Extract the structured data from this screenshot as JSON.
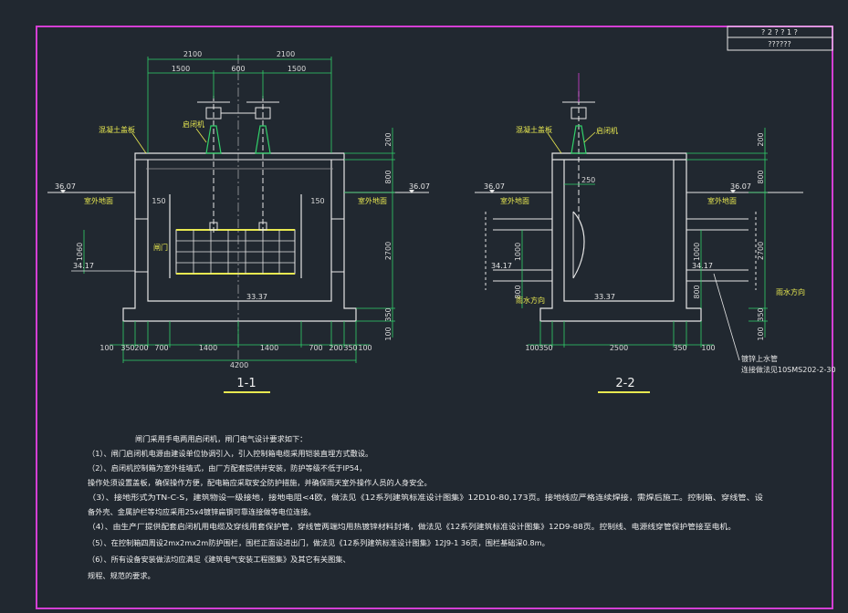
{
  "title_block": {
    "row1": "? 2 ? ? 1 ?",
    "row2": "??????"
  },
  "section_1": {
    "caption": "1-1",
    "dims_top": [
      "2100",
      "2100",
      "1500",
      "600",
      "1500"
    ],
    "dims_bottom": [
      "100",
      "350",
      "200",
      "700",
      "1400",
      "1400",
      "700",
      "200",
      "350",
      "100",
      "4200"
    ],
    "dims_right": [
      "200",
      "800",
      "2700",
      "350",
      "100"
    ],
    "dims_left": [
      "1060"
    ],
    "dims_inner": [
      "150",
      "150"
    ],
    "elevations": [
      "36.07",
      "36.07",
      "34.17",
      "33.37"
    ],
    "labels": {
      "slab": "混凝土盖板",
      "hoist": "启闭机",
      "gate": "闸门",
      "ground_l": "室外地面",
      "ground_r": "室外地面"
    }
  },
  "section_2": {
    "caption": "2-2",
    "dims_bottom": [
      "100",
      "350",
      "2500",
      "350",
      "100"
    ],
    "dims_right": [
      "200",
      "800",
      "2700",
      "350",
      "100"
    ],
    "dims_left": [
      "1000",
      "800"
    ],
    "dims_mid": [
      "1000",
      "800"
    ],
    "dim_250": "250",
    "elevations": [
      "36.07",
      "36.07",
      "34.17",
      "34.17",
      "33.37"
    ],
    "labels": {
      "slab": "混凝土盖板",
      "hoist": "启闭机",
      "ground_l": "室外地面",
      "ground_r": "室外地面",
      "flow_l": "雨水方向",
      "flow_r": "雨水方向",
      "pipe1": "镀锌上水管",
      "pipe2": "连接做法见10SMS202-2-30"
    }
  },
  "notes": {
    "heading": "闸门采用手电两用启闭机，闸门电气设计要求如下：",
    "items": [
      "（1）、闸门启闭机电源由建设单位协调引入，引入控制箱电缆采用铠装直埋方式敷设。",
      "（2）、启闭机控制箱为室外挂墙式，由厂方配套提供并安装，防护等级不低于IP54，",
      "操作处须设置盖板，确保操作方便，配电箱应采取安全防护措施，并确保雨天室外操作人员的人身安全。",
      "（3）、接地形式为TN-C-S，建筑物设一级接地，接地电阻<4欧，做法见《12系列建筑标准设计图集》12D10-80,173页。接地线应严格连续焊接，需焊后施工。控制箱、穿线管、设",
      "备外壳、金属护栏等均应采用25x4镀锌扁钢可靠连接做等电位连接。",
      "（4）、由生产厂提供配套启闭机用电缆及穿线用套保护管，穿线管两端均用热镀锌材料封堵，做法见《12系列建筑标准设计图集》12D9-88页。控制线、电源线穿管保护管接至电机。",
      "（5）、在控制箱四周设2mx2mx2m防护围栏，围栏正面设进出门，做法见《12系列建筑标准设计图集》12J9-1 36页，围栏基础深0.8m。",
      "（6）、所有设备安装做法均应满足《建筑电气安装工程图集》及其它有关图集、",
      "规程、规范的要求。"
    ]
  }
}
